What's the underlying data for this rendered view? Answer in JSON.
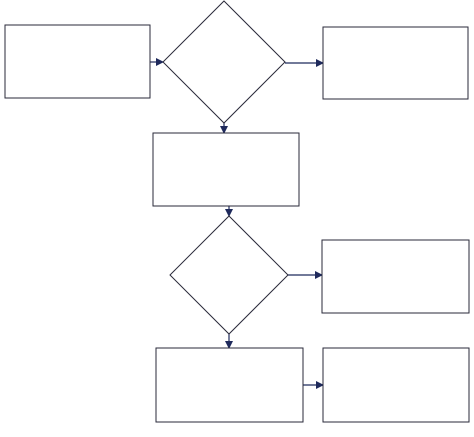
{
  "diagram": {
    "type": "flowchart",
    "stroke_color": "#2a2a3a",
    "arrow_color": "#1f2a5c",
    "fill_color": "#ffffff",
    "nodes": [
      {
        "id": "process-1",
        "shape": "rectangle",
        "label": ""
      },
      {
        "id": "decision-1",
        "shape": "diamond",
        "label": ""
      },
      {
        "id": "process-2",
        "shape": "rectangle",
        "label": ""
      },
      {
        "id": "process-3",
        "shape": "rectangle",
        "label": ""
      },
      {
        "id": "decision-2",
        "shape": "diamond",
        "label": ""
      },
      {
        "id": "process-4",
        "shape": "rectangle",
        "label": ""
      },
      {
        "id": "process-5",
        "shape": "rectangle",
        "label": ""
      },
      {
        "id": "process-6",
        "shape": "rectangle",
        "label": ""
      }
    ],
    "edges": [
      {
        "from": "process-1",
        "to": "decision-1"
      },
      {
        "from": "decision-1",
        "to": "process-2"
      },
      {
        "from": "decision-1",
        "to": "process-3"
      },
      {
        "from": "process-3",
        "to": "decision-2"
      },
      {
        "from": "decision-2",
        "to": "process-4"
      },
      {
        "from": "decision-2",
        "to": "process-5"
      },
      {
        "from": "process-5",
        "to": "process-6"
      }
    ]
  }
}
